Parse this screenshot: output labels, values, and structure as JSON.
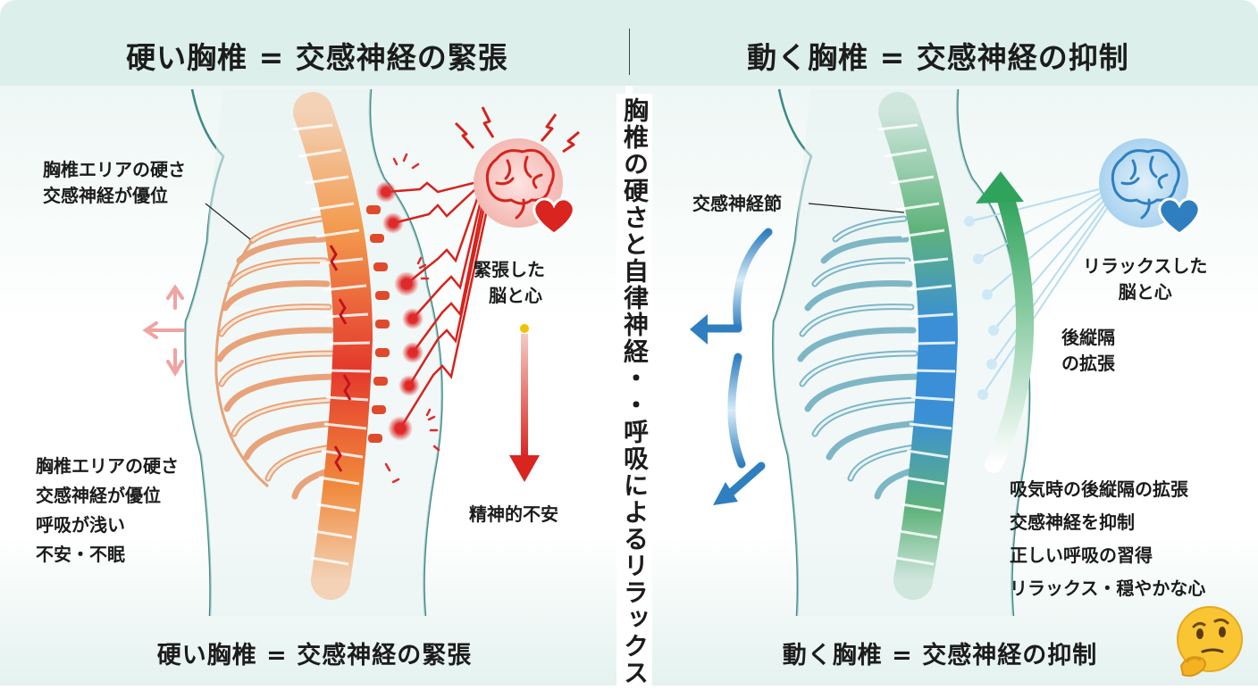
{
  "left_panel": {
    "title": "硬い胸椎 = 交感神経の緊張",
    "label_upper": [
      "胸椎エリアの硬さ",
      "交感神経が優位"
    ],
    "brain_label": [
      "緊張した",
      "脳と心"
    ],
    "arrow_label": "精神的不安",
    "list": [
      "胸椎エリアの硬さ",
      "交感神経が優位",
      "呼吸が浅い",
      "不安・不眠"
    ],
    "footer": "硬い胸椎 = 交感神経の緊張",
    "colors": {
      "accent": "#e02a2a",
      "spine_top": "#f4c9a8",
      "spine_bottom": "#e03b2f"
    }
  },
  "right_panel": {
    "title": "動く胸椎 = 交感神経の抑制",
    "ganglion_label": "交感神経節",
    "brain_label": [
      "リラックスした",
      "脳と心"
    ],
    "mediastinum_label": [
      "後縦隔",
      "の拡張"
    ],
    "list": [
      "吸気時の後縦隔の拡張",
      "交感神経を抑制",
      "正しい呼吸の習得",
      "リラックス・穏やかな心"
    ],
    "footer": "動く胸椎 = 交感神経の抑制",
    "colors": {
      "blue": "#2f7fc0",
      "green": "#3fae6a"
    }
  },
  "center_vertical_text": "胸椎の硬さと自律神経・・呼吸によるリラックス",
  "icons": [
    "brain-icon",
    "heart-icon",
    "lightning-icon",
    "thinking-face-emoji"
  ]
}
